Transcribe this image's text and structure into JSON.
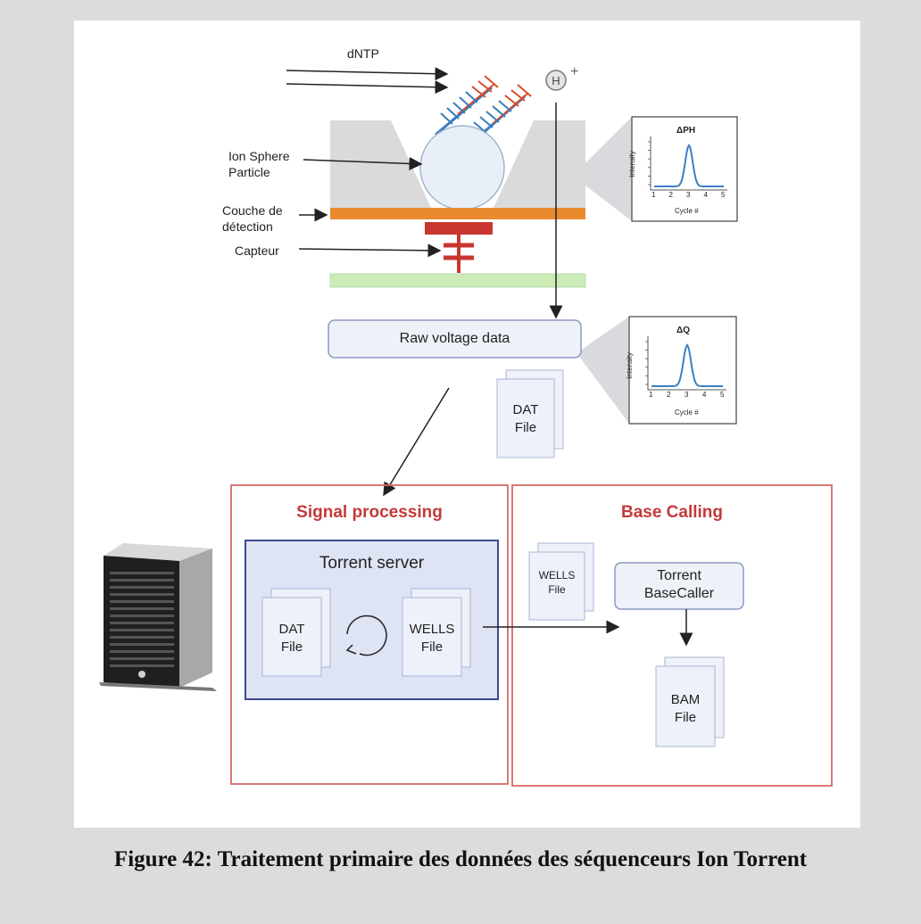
{
  "caption": "Figure 42: Traitement primaire des données des séquenceurs Ion Torrent",
  "labels": {
    "dntp": "dNTP",
    "h": "H",
    "h_plus": "+",
    "ion_sphere": "Ion Sphere\nParticle",
    "couche": "Couche de\ndétection",
    "capteur": "Capteur",
    "raw_voltage": "Raw voltage data"
  },
  "plots": {
    "top": {
      "title": "ΔPH",
      "xlabel": "Cycle #",
      "ylabel": "Intensity",
      "ticks": [
        "1",
        "2",
        "3",
        "4",
        "5"
      ]
    },
    "bottom": {
      "title": "ΔQ",
      "xlabel": "Cycle #",
      "ylabel": "Intensity",
      "ticks": [
        "1",
        "2",
        "3",
        "4",
        "5"
      ]
    }
  },
  "files": {
    "dat_top": "DAT\nFile",
    "dat_server": "DAT\nFile",
    "wells_server": "WELLS\nFile",
    "wells_base": "WELLS\nFile",
    "bam": "BAM\nFile"
  },
  "sections": {
    "signal_processing": "Signal processing",
    "base_calling": "Base Calling",
    "torrent_server": "Torrent server",
    "torrent_basecaller": "Torrent\nBaseCaller"
  },
  "colors": {
    "section_border": "#d66a6a",
    "section_title": "#c43a3a",
    "server_fill": "#dfe4f5",
    "server_border": "#3c4a8c",
    "orange_layer": "#ea8a2e",
    "sensor_red": "#c8362f",
    "green_bar": "#cdebb6",
    "curve_blue": "#3b7fc4"
  }
}
